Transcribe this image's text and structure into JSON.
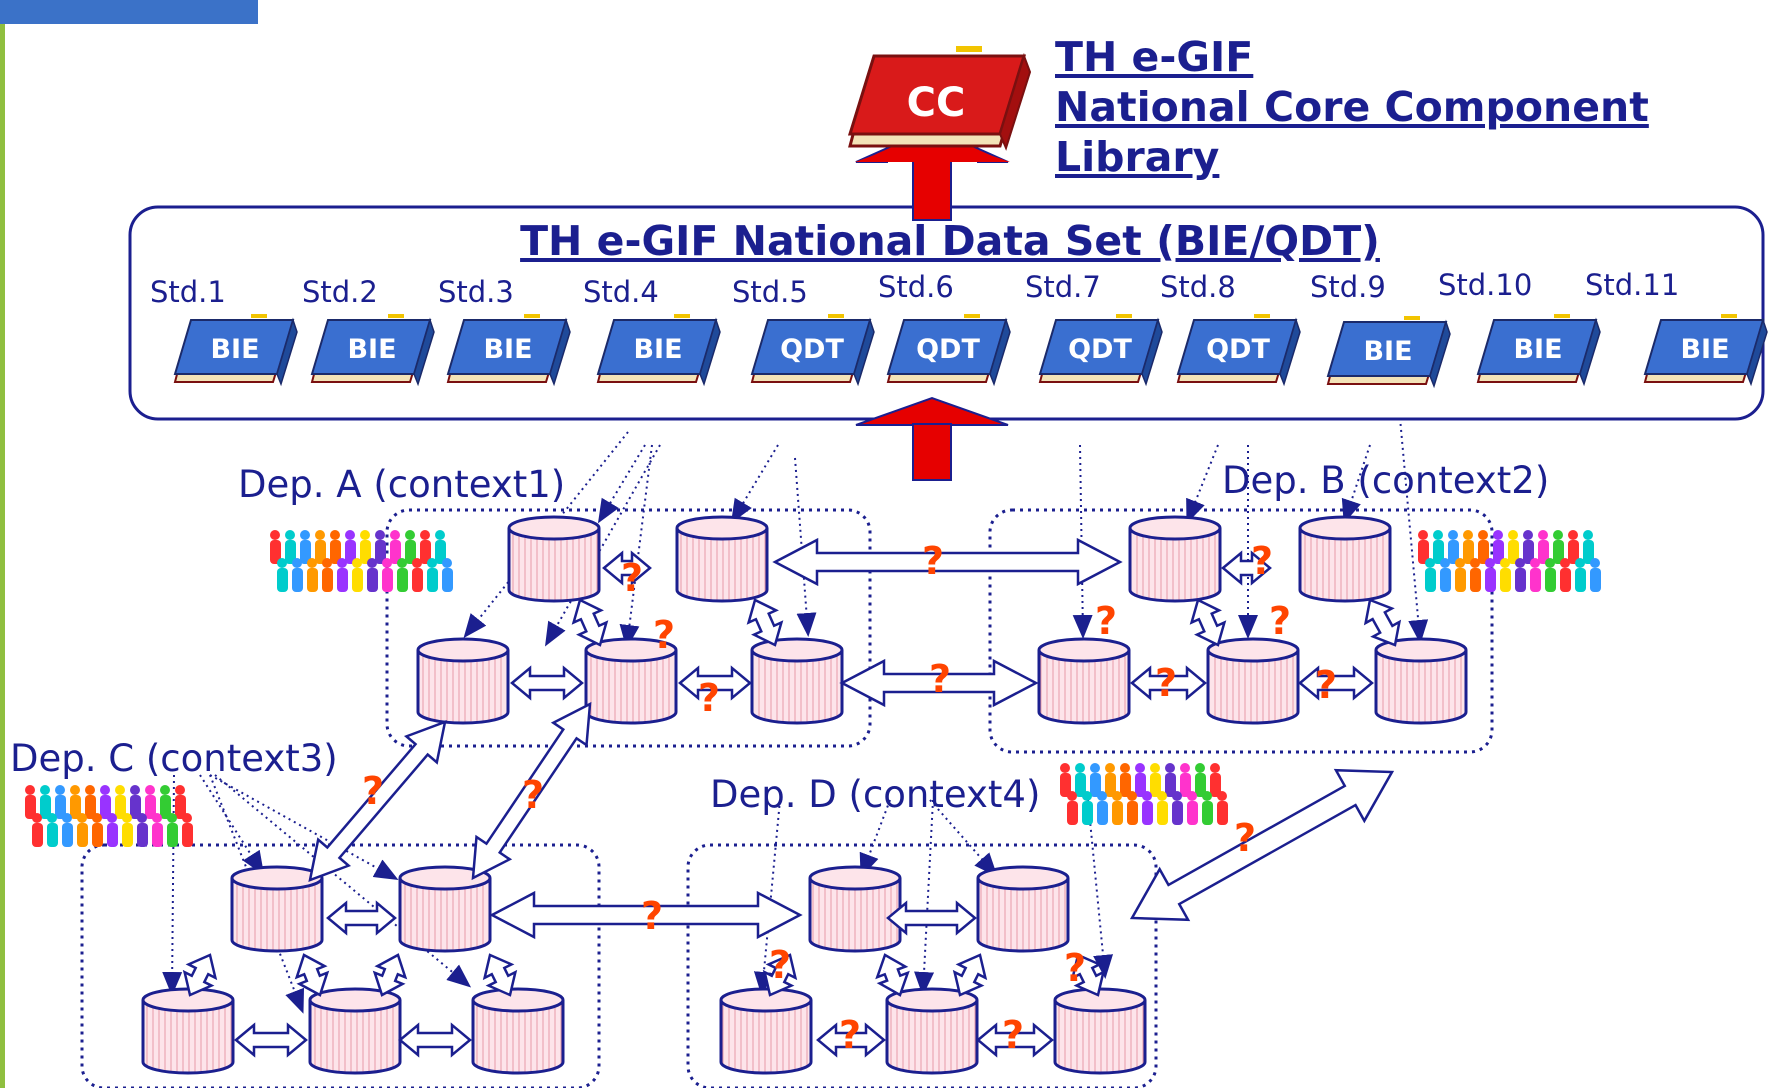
{
  "library": {
    "book_label": "CC",
    "title_line1": "TH e-GIF",
    "title_line2": "National Core Component Library"
  },
  "dataset": {
    "title": "TH e-GIF National Data Set (BIE/QDT)",
    "standards": [
      {
        "label": "Std.1",
        "book": "BIE"
      },
      {
        "label": "Std.2",
        "book": "BIE"
      },
      {
        "label": "Std.3",
        "book": "BIE"
      },
      {
        "label": "Std.4",
        "book": "BIE"
      },
      {
        "label": "Std.5",
        "book": "QDT"
      },
      {
        "label": "Std.6",
        "book": "QDT"
      },
      {
        "label": "Std.7",
        "book": "QDT"
      },
      {
        "label": "Std.8",
        "book": "QDT"
      },
      {
        "label": "Std.9",
        "book": "BIE"
      },
      {
        "label": "Std.10",
        "book": "BIE"
      },
      {
        "label": "Std.11",
        "book": "BIE"
      }
    ]
  },
  "departments": {
    "a": "Dep. A (context1)",
    "b": "Dep. B (context2)",
    "c": "Dep. C (context3)",
    "d": "Dep. D (context4)"
  },
  "question_mark": "?",
  "colors": {
    "title_blue": "#1b1f8f",
    "book_blue": "#3a6fd0",
    "book_red": "#d91a1a",
    "arrow_red": "#e60000",
    "db_fill": "#fde4ea",
    "question_orange": "#ff4400"
  }
}
